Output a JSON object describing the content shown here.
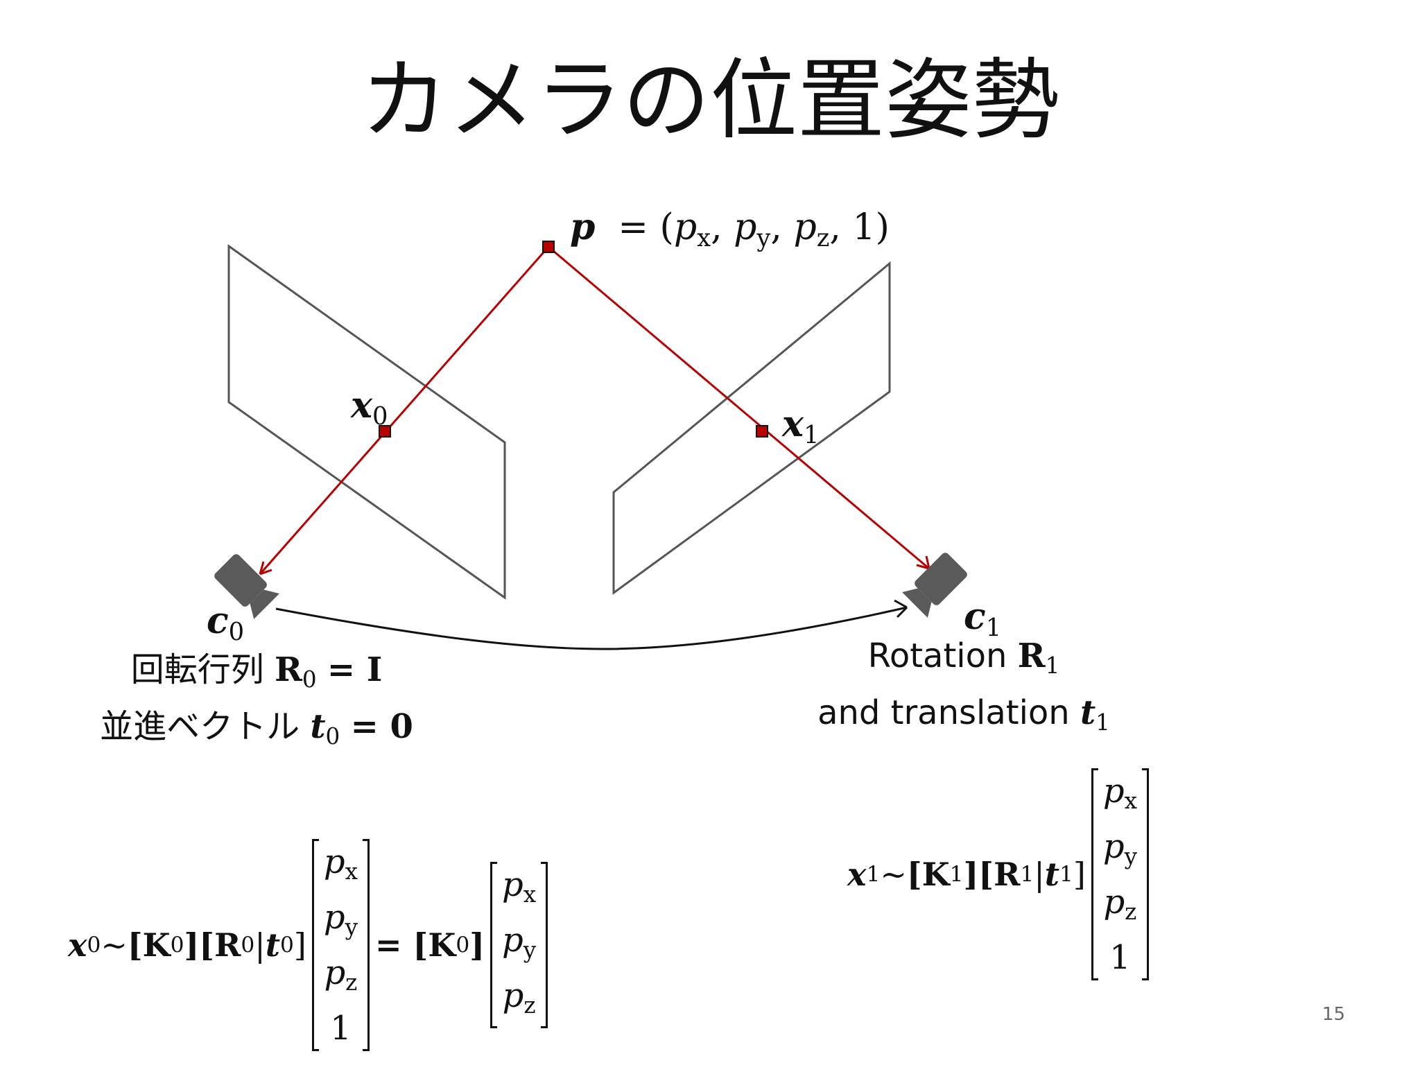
{
  "slide": {
    "title": "カメラの位置姿勢",
    "page_number": "15"
  },
  "point_p": {
    "name": "p",
    "coords": "= (p",
    "components": [
      "x",
      "y",
      "z"
    ],
    "homog": "1"
  },
  "points": {
    "x0": {
      "base": "x",
      "sub": "0"
    },
    "x1": {
      "base": "x",
      "sub": "1"
    },
    "c0": {
      "base": "c",
      "sub": "0"
    },
    "c1": {
      "base": "c",
      "sub": "1"
    }
  },
  "left_caption": {
    "line1_text": "回転行列",
    "line1_math": {
      "R": "R",
      "sub": "0",
      "rhs": "= I"
    },
    "line2_text": "並進ベクトル",
    "line2_math": {
      "t": "t",
      "sub": "0",
      "rhs": "= 0"
    }
  },
  "right_caption": {
    "line1_text": "Rotation",
    "line1_math": {
      "R": "R",
      "sub": "1"
    },
    "line2_text": "and translation",
    "line2_math": {
      "t": "t",
      "sub": "1"
    }
  },
  "equation_left": {
    "lhs": "x",
    "lhs_sub": "0",
    "sim": "~",
    "K": "[K",
    "K_sub": "0",
    "R": "][R",
    "R_sub": "0",
    "bar": "|",
    "t": "t",
    "t_sub": "0",
    "close": "]",
    "vec4": [
      "p",
      "p",
      "p",
      "1"
    ],
    "vec4_sub": [
      "x",
      "y",
      "z",
      ""
    ],
    "equals": "= [K",
    "K2_sub": "0",
    "close2": "]",
    "vec3": [
      "p",
      "p",
      "p"
    ],
    "vec3_sub": [
      "x",
      "y",
      "z"
    ]
  },
  "equation_right": {
    "lhs": "x",
    "lhs_sub": "1",
    "sim": "~",
    "K": "[K",
    "K_sub": "1",
    "R": "][R",
    "R_sub": "1",
    "bar": "|",
    "t": "t",
    "t_sub": "1",
    "close": "]",
    "vec4": [
      "p",
      "p",
      "p",
      "1"
    ],
    "vec4_sub": [
      "x",
      "y",
      "z",
      ""
    ]
  },
  "colors": {
    "ray": "#b80000",
    "plane": "#555555",
    "camera": "#5a5a5a",
    "marker": "#b80000"
  }
}
